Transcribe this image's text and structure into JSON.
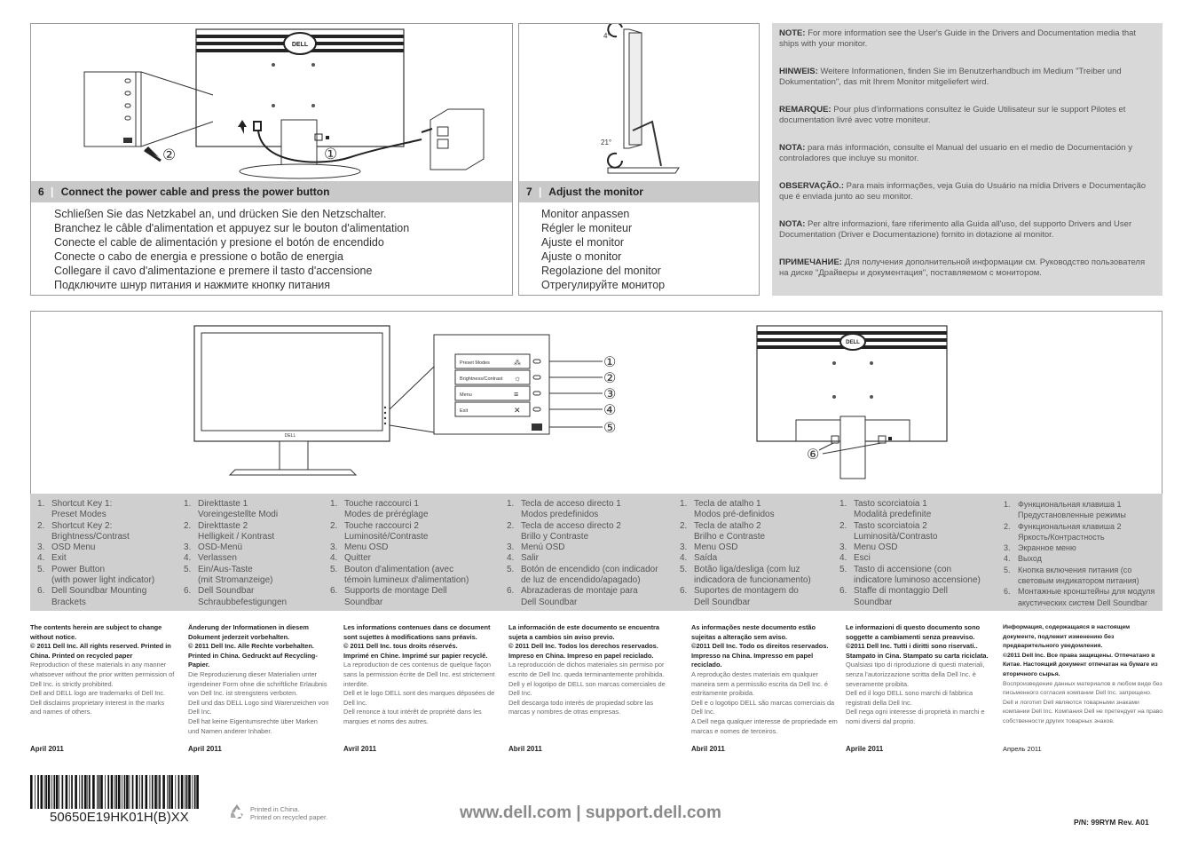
{
  "step6": {
    "number": "6",
    "title": "Connect the power cable and press the power button",
    "callout": "②",
    "callout_power": "①",
    "lines": [
      "Schließen Sie das Netzkabel an, und drücken Sie den Netzschalter.",
      "Branchez le câble d'alimentation et appuyez sur le bouton d'alimentation",
      "Conecte el cable de alimentación y presione el botón de encendido",
      "Conecte o cabo de energia e pressione o botão de energia",
      "Collegare il cavo d'alimentazione e premere il tasto d'accensione",
      "Подключите шнур питания и нажмите кнопку питания"
    ]
  },
  "step7": {
    "number": "7",
    "title": "Adjust the monitor",
    "tilt_back": "4°",
    "tilt_forward": "21°",
    "lines": [
      "Monitor anpassen",
      "Régler le moniteur",
      "Ajuste el monitor",
      "Ajuste o monitor",
      "Regolazione del monitor",
      "Отрегулируйте монитор"
    ]
  },
  "notes": [
    {
      "label": "NOTE:",
      "text": "For more information see the User's Guide in the Drivers and Documentation media that ships with your monitor."
    },
    {
      "label": "HINWEIS:",
      "text": "Weitere Informationen, finden Sie im Benutzerhandbuch im Medium \"Treiber und Dokumentation\", das mit Ihrem Monitor mitgeliefert wird."
    },
    {
      "label": "REMARQUE:",
      "text": " Pour plus d'informations consultez le Guide Utilisateur sur le support Pilotes et documentation livré avec votre moniteur."
    },
    {
      "label": "NOTA:",
      "text": "para más información, consulte el Manual del usuario en el medio de Documentación y controladores que incluye su monitor."
    },
    {
      "label": "OBSERVAÇÃO.:",
      "text": "Para mais informações, veja Guia do Usuário na mídia Drivers e Documentação que é enviada junto ao seu monitor."
    },
    {
      "label": "NOTA:",
      "text": "Per altre informazioni, fare riferimento alla Guida all'uso, del supporto Drivers and User Documentation (Driver e Documentazione) fornito in dotazione al monitor."
    },
    {
      "label": "ПРИМЕЧАНИЕ:",
      "text": "Для получения дополнительной информации см. Руководство пользователя на диске \"Драйверы и документация\", поставляемом с монитором."
    }
  ],
  "osd_menu": {
    "items": [
      "Preset Modes",
      "Brightness/Contrast",
      "Menu",
      "Exit"
    ],
    "callouts": [
      "①",
      "②",
      "③",
      "④",
      "⑤"
    ],
    "rear_callout": "⑥"
  },
  "legend": [
    [
      "Shortcut Key 1:\nPreset Modes",
      "Shortcut Key 2:\nBrightness/Contrast",
      "OSD Menu",
      "Exit",
      "Power Button\n(with power light indicator)",
      "Dell Soundbar Mounting\nBrackets"
    ],
    [
      "Direkttaste 1\nVoreingestellte Modi",
      "Direkttaste 2\nHelligkeit / Kontrast",
      "OSD-Menü",
      "Verlassen",
      "Ein/Aus-Taste\n(mit Stromanzeige)",
      "Dell Soundbar\nSchraubbefestigungen"
    ],
    [
      "Touche raccourci 1\nModes de préréglage",
      "Touche raccourci 2\nLuminosité/Contraste",
      "Menu OSD",
      "Quitter",
      "Bouton d'alimentation (avec\ntémoin lumineux d'alimentation)",
      "Supports de montage Dell\nSoundbar"
    ],
    [
      "Tecla de acceso directo 1\nModos predefinidos",
      "Tecla de acceso directo 2\nBrillo y Contraste",
      "Menú OSD",
      "Salir",
      "Botón de encendido (con indicador\nde luz de encendido/apagado)",
      "Abrazaderas de montaje para\nDell Soundbar"
    ],
    [
      "Tecla de atalho 1\nModos pré-definidos",
      "Tecla de atalho 2\nBrilho e Contraste",
      "Menu OSD",
      "Saída",
      "Botão liga/desliga (com luz\nindicadora de funcionamento)",
      "Suportes de montagem do\nDell Soundbar"
    ],
    [
      "Tasto scorciatoia 1\nModalità predefinite",
      "Tasto scorciatoia 2\nLuminosità/Contrasto",
      "Menu OSD",
      "Esci",
      "Tasto di accensione (con\nindicatore luminoso accensione)",
      "Staffe di montaggio Dell\nSoundbar"
    ],
    [
      "Функциональная клавиша 1\nПредустановленные режимы",
      "Функциональная клавиша 2\nЯркость/Контрастность",
      "Экранное меню",
      "Выход",
      "Кнопка включения питания (со\nсветовым индикатором питания)",
      "Монтажные кронштейны для модуля\nакустических систем Dell Soundbar"
    ]
  ],
  "legal": [
    {
      "bold": "The contents herein are subject to change without notice.\n© 2011 Dell Inc. All rights reserved. Printed in China. Printed on recycled paper",
      "text": "Reproduction of these materials in any manner whatsoever without the prior written permission of Dell Inc. is strictly prohibited.\nDell and DELL logo are trademarks of Dell Inc.\nDell disclaims proprietary interest in the marks and names of others.",
      "date": "April 2011"
    },
    {
      "bold": "Änderung der Informationen in diesem Dokument jederzeit vorbehalten.\n© 2011 Dell Inc. Alle Rechte vorbehalten.\nPrinted in China. Gedruckt auf Recycling-Papier.",
      "text": "Die Reproduzierung dieser Materialien unter irgendeiner Form ohne die schriftliche Erlaubnis von Dell Inc. ist strengstens verboten.\nDell und das DELL Logo sind Warenzeichen von Dell Inc.\nDell hat keine Eigentumsrechte über Marken und Namen anderer Inhaber.",
      "date": "April  2011"
    },
    {
      "bold": "Les informations contenues dans ce document sont sujettes à modifications sans préavis.\n© 2011 Dell Inc. tous droits réservés.\nImprimé en Chine. Imprimé sur papier recyclé.",
      "text": "La reproduction de ces contenus de quelque façon sans la permission écrite de Dell Inc. est strictement interdite.\nDell et le logo DELL sont des marques déposées de Dell Inc.\nDell renonce à tout intérêt de propriété dans les marques et noms des autres.",
      "date": "Avril 2011"
    },
    {
      "bold": "La información de este documento se encuentra sujeta a cambios sin aviso previo.\n© 2011 Dell Inc. Todos los derechos reservados.\nImpreso en China. Impreso en papel reciclado.",
      "text": "La reproducción de dichos materiales sin permiso por escrito de Dell Inc. queda terminantemente prohibida.\nDell y el logotipo de DELL son marcas comerciales de Dell Inc.\nDell descarga todo interés de propiedad sobre las marcas y nombres de otras empresas.",
      "date": "Abril 2011"
    },
    {
      "bold": "As informações neste documento estão sujeitas a alteração sem aviso.\n©2011 Dell Inc. Todo os direitos reservados.\nImpresso na China. Impresso em papel reciclado.",
      "text": "A reprodução destes materiais em qualquer maneira sem a permissão escrita da Dell Inc. é estritamente proibida.\nDell e o logotipo DELL são marcas comerciais da Dell Inc.\nA Dell nega qualquer interesse de propriedade em marcas e nomes de terceiros.",
      "date": "Abril 2011"
    },
    {
      "bold": "Le informazioni di questo documento sono soggette a cambiamenti senza preavviso.\n©2011 Dell Inc. Tutti i diritti sono riservati..\nStampato in Cina. Stampato su carta riciclata.",
      "text": "Qualsiasi tipo di riproduzione di questi materiali, senza l'autorizzazione scritta della Dell Inc. è severamente proibita.\nDell ed il logo DELL sono marchi di fabbrica registrati della Dell Inc.\nDell nega ogni interesse di proprietà in marchi e nomi diversi dal proprio.",
      "date": "Aprile 2011"
    },
    {
      "bold": "Информация, содержащаяся в настоящем документе, подлежит изменению без предварительного уведомления.\n©2011 Dell Inc. Все права защищены. Отпечатано в Китае.  Настоящий документ отпечатан на бумаге из вторичного сырья.",
      "text": "Воспроизведение данных материалов в любом виде без письменного согласия компании Dell Inc. запрещено.\nDell и логотип Dell являются товарными знаками компании Dell Inc. Компания Dell не претендует на право собственности других товарных знаков.",
      "date": "Апрель 2011"
    }
  ],
  "barcode_text": "50650E19HK01H(B)XX",
  "recycle_text": [
    "Printed in China.",
    "Printed on recycled paper."
  ],
  "url": "www.dell.com | support.dell.com",
  "part_number": "P/N: 99RYM  Rev. A01"
}
